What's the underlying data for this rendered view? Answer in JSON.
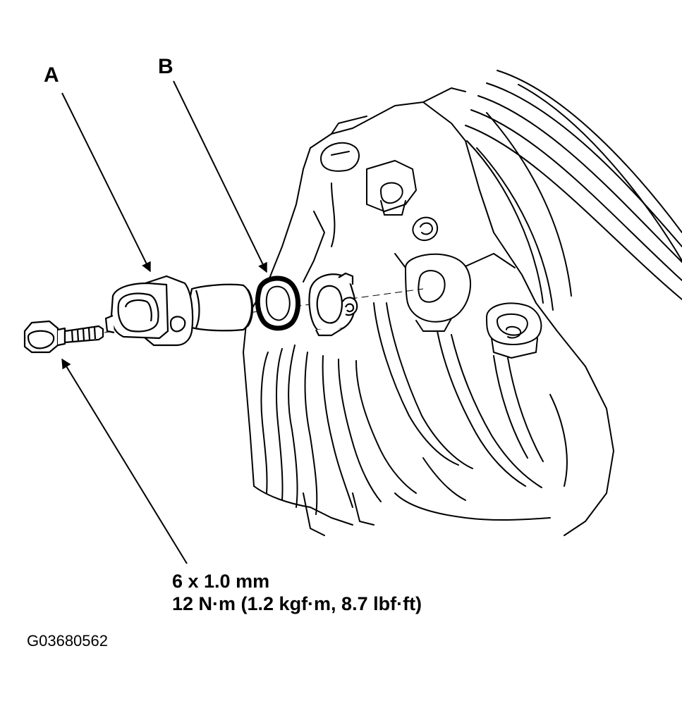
{
  "callouts": {
    "a": "A",
    "b": "B"
  },
  "bolt_spec": {
    "size": "6 x 1.0 mm",
    "torque": "12 N·m (1.2 kgf·m, 8.7 lbf·ft)"
  },
  "figure_id": "G03680562",
  "colors": {
    "line": "#000000",
    "background": "#ffffff"
  }
}
